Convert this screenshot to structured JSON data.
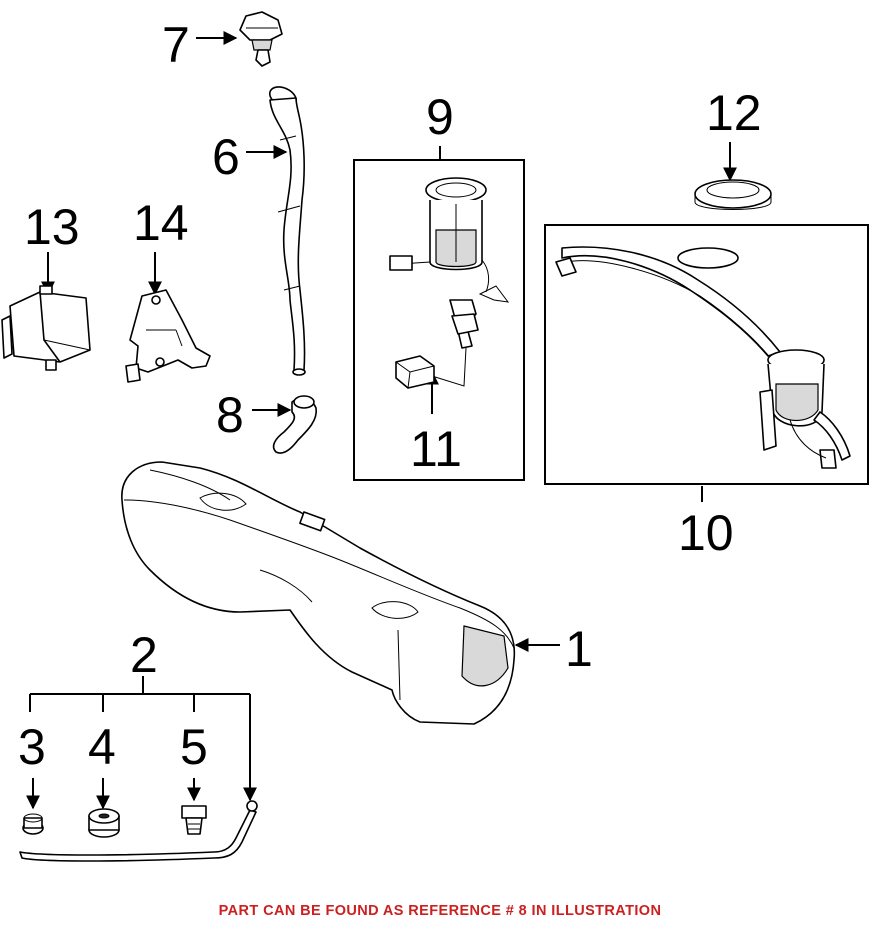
{
  "diagram": {
    "callouts": [
      "1",
      "2",
      "3",
      "4",
      "5",
      "6",
      "7",
      "8",
      "9",
      "10",
      "11",
      "12",
      "13",
      "14"
    ],
    "caption": "PART CAN BE FOUND AS REFERENCE # 8 IN ILLUSTRATION",
    "caption_color": "#cc1f1f"
  }
}
